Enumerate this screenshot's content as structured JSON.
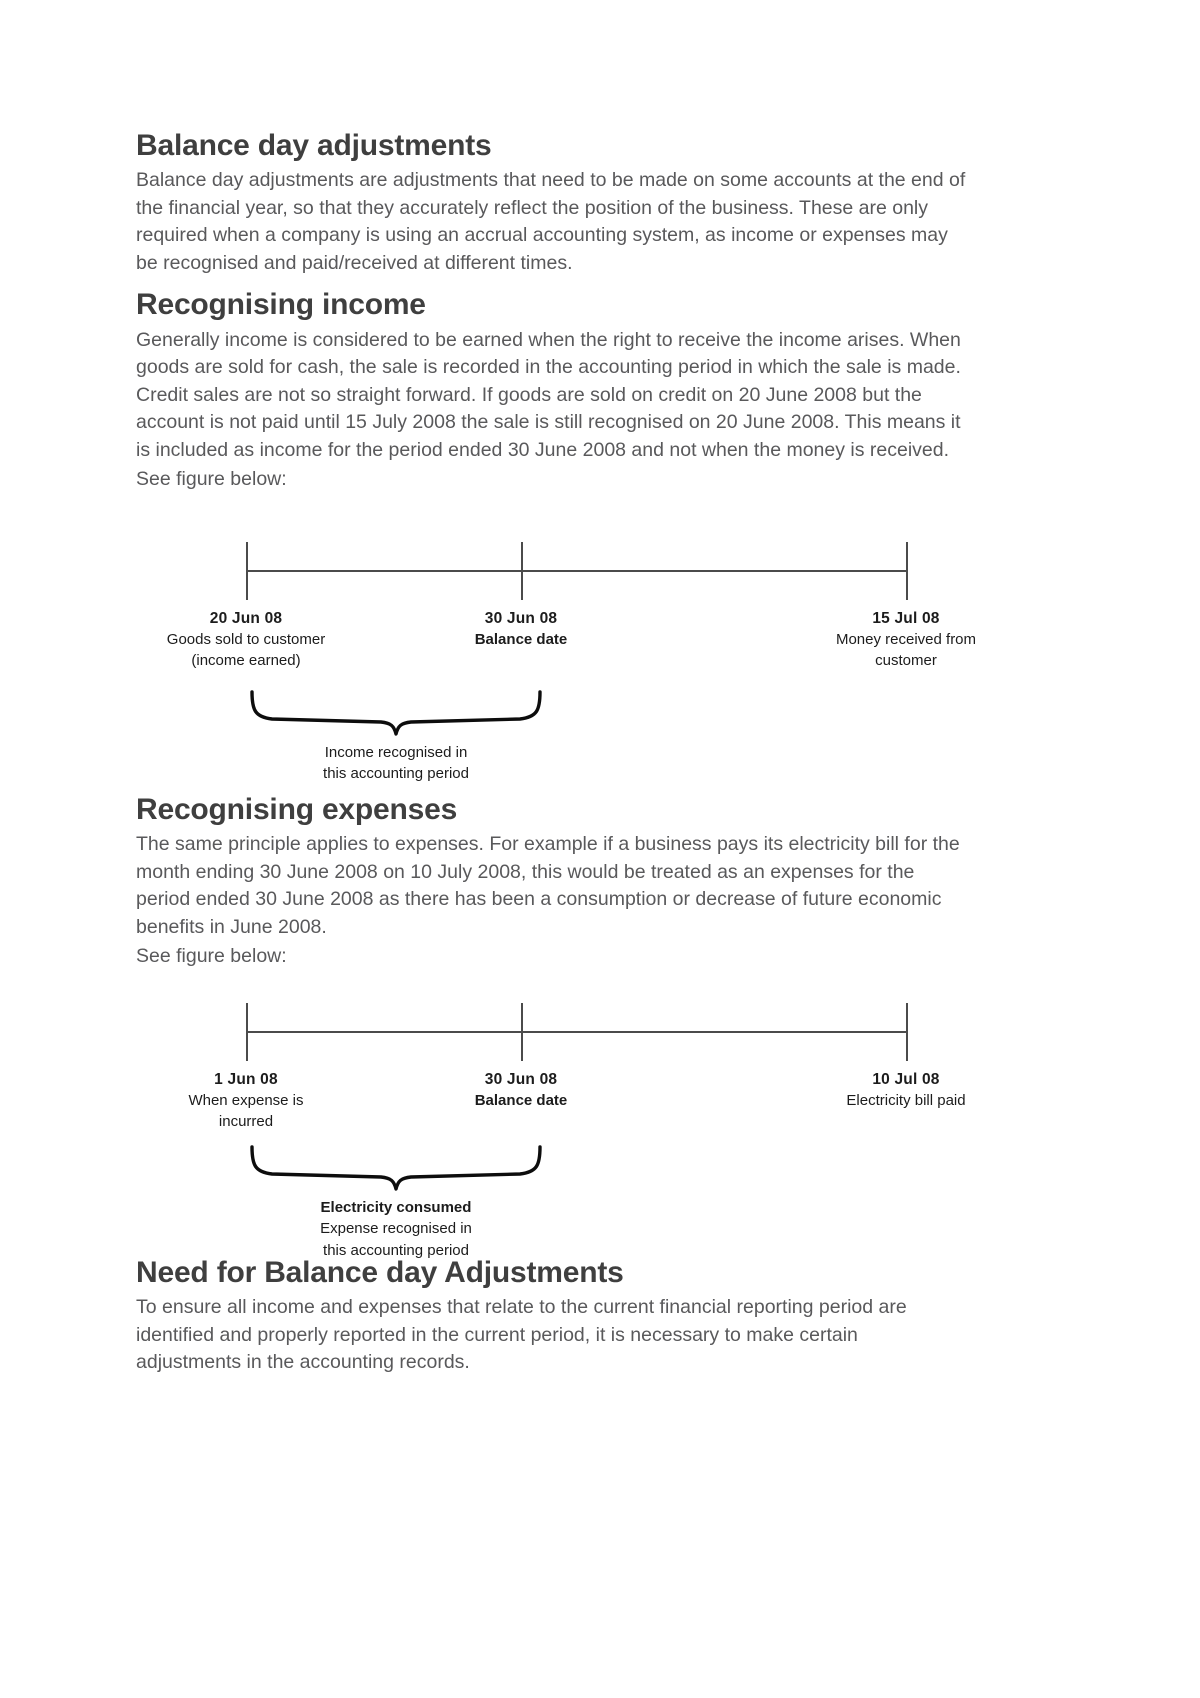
{
  "document": {
    "sections": [
      {
        "heading": "Balance day adjustments",
        "body": "Balance day adjustments are adjustments that need to be made on some accounts at the end of the financial year, so that they accurately reflect the position of the business. These are only required when a company is using an accrual accounting system, as income or expenses may be recognised and paid/received at different times."
      },
      {
        "heading": "Recognising income",
        "body": "Generally income is considered to be earned when the right to receive the income arises. When goods are sold for cash, the sale is recorded in the accounting period in which the sale is made. Credit sales are not so straight forward. If goods are sold on credit on 20 June 2008 but the account is not paid until 15 July 2008 the sale is still recognised on 20 June 2008. This means it is included as income for the period ended 30 June 2008 and not when the money is received.",
        "figure_intro": "See figure below:"
      },
      {
        "heading": "Recognising expenses",
        "body": "The same principle applies to expenses. For example if a business pays its electricity bill for the month ending 30 June 2008 on 10 July 2008, this would be treated as an expenses for the period ended 30 June 2008 as there has been a consumption or decrease of future economic benefits in June 2008.",
        "figure_intro": "See figure below:"
      },
      {
        "heading": "Need for Balance day Adjustments",
        "body": "To ensure all income and expenses that relate to the current financial reporting period are identified and properly reported in the current period, it is necessary to make certain adjustments in the accounting records."
      }
    ]
  },
  "figures": [
    {
      "name": "income-recognition-timeline",
      "milestones": [
        {
          "date": "20 Jun 08",
          "line1": "Goods sold to customer",
          "line2": "(income earned)",
          "bold_caption": false
        },
        {
          "date": "30 Jun 08",
          "line1": "Balance date",
          "line2": "",
          "bold_caption": true
        },
        {
          "date": "15 Jul 08",
          "line1": "Money received from",
          "line2": "customer",
          "bold_caption": false
        }
      ],
      "brace_caption": {
        "bold_line": "",
        "lines": [
          "Income recognised in",
          "this accounting period"
        ]
      }
    },
    {
      "name": "expense-recognition-timeline",
      "milestones": [
        {
          "date": "1 Jun 08",
          "line1": "When expense is",
          "line2": "incurred",
          "bold_caption": false
        },
        {
          "date": "30 Jun 08",
          "line1": "Balance date",
          "line2": "",
          "bold_caption": true
        },
        {
          "date": "10 Jul 08",
          "line1": "Electricity bill paid",
          "line2": "",
          "bold_caption": false
        }
      ],
      "brace_caption": {
        "bold_line": "Electricity consumed",
        "lines": [
          "Expense recognised in",
          "this accounting period"
        ]
      }
    }
  ],
  "colors": {
    "page_background": "#ffffff",
    "heading": "#3f3f3f",
    "body_text": "#59595b",
    "figure_ink": "#1c1c1c",
    "rule": "#4b4b4b"
  }
}
